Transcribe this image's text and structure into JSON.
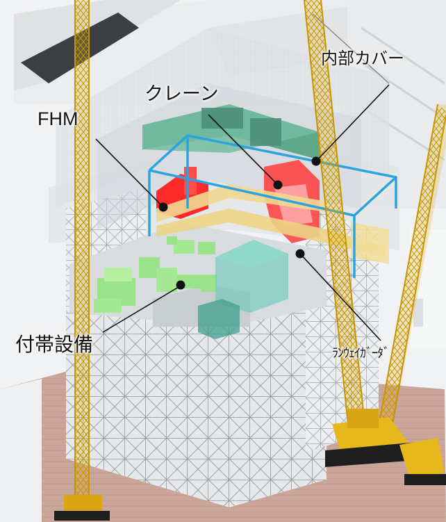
{
  "labels": {
    "inner_cover": "内部カバー",
    "crane": "クレーン",
    "fhm": "FHM",
    "auxiliary": "付帯設備",
    "runway_girder": "ﾗﾝｳｪｲｶﾞｰﾀﾞ"
  },
  "colors": {
    "cover_outline": "#2aa3e0",
    "crane_green": "#5fa88c",
    "fhm_red": "#ff2a2a",
    "equipment_green": "#9be38a",
    "teal_box": "#5ec9b4",
    "scaffold_white": "#e8eaeb",
    "crane_yellow": "#e3b21a",
    "ground": "#c9a497"
  }
}
